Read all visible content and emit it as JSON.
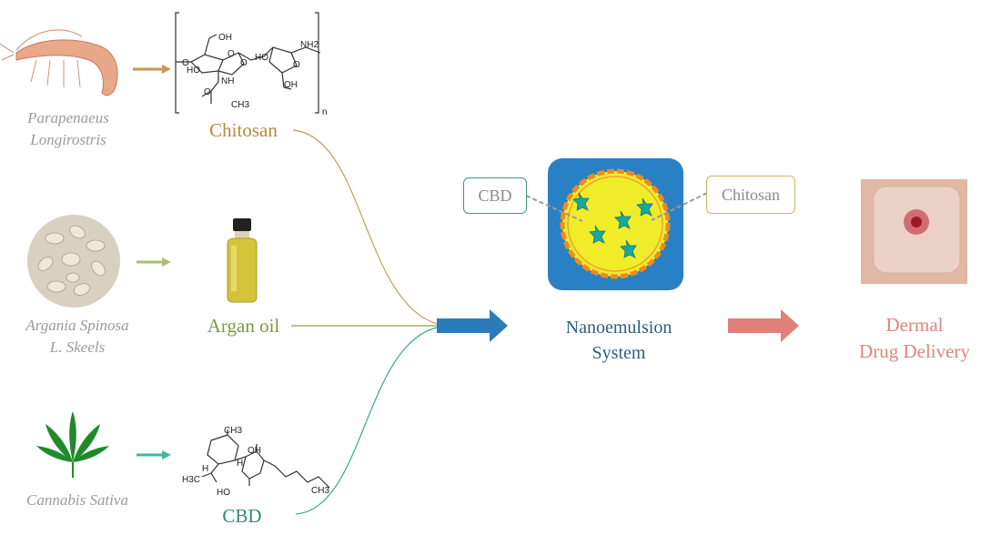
{
  "sources": [
    {
      "name_line1": "Parapenaeus",
      "name_line2": "Longirostris",
      "image": "shrimp"
    },
    {
      "name_line1": "Argania Spinosa",
      "name_line2": "L. Skeels",
      "image": "argan-seeds"
    },
    {
      "name_line1": "Cannabis Sativa",
      "name_line2": "",
      "image": "cannabis-leaf"
    }
  ],
  "products": {
    "chitosan": "Chitosan",
    "argan_oil": "Argan oil",
    "cbd": "CBD"
  },
  "chitosan_structure": {
    "atoms": [
      "OH",
      "O",
      "HO",
      "O",
      "NH",
      "O",
      "O",
      "CH3",
      "NH2",
      "HO",
      "O",
      "OH"
    ],
    "repeat": "n"
  },
  "cbd_structure": {
    "atoms": [
      "CH3",
      "OH",
      "H",
      "H",
      "H3C",
      "HO",
      "CH3"
    ]
  },
  "nanoemulsion": {
    "label_line1": "Nanoemulsion",
    "label_line2": "System",
    "callout_cbd": "CBD",
    "callout_chitosan": "Chitosan"
  },
  "outcome": {
    "label_line1": "Dermal",
    "label_line2": "Drug Delivery",
    "image": "skin-patch"
  },
  "colors": {
    "chitosan": "#b58a3a",
    "argan": "#7c9a3c",
    "cbd": "#2e8c78",
    "nano_text": "#2a5f80",
    "dermal": "#e0857a",
    "blue_arrow": "#2b7bb9",
    "pink_arrow": "#e08078"
  }
}
